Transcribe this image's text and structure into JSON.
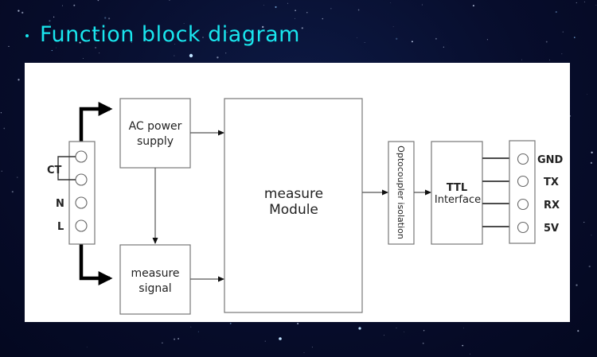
{
  "page": {
    "title": "Function block diagram",
    "title_bullet": "·",
    "colors": {
      "title": "#19e6ee",
      "background": "#070d2c",
      "panel": "#ffffff",
      "lines": "#000000"
    }
  },
  "diagram": {
    "input_terminal": {
      "pins": [
        "",
        "",
        "N",
        "L"
      ],
      "bracket_label": "CT"
    },
    "blocks": {
      "ac_power_supply": [
        "AC power",
        "supply"
      ],
      "measure_signal": [
        "measure",
        "signal"
      ],
      "measure_module": [
        "measure",
        "Module"
      ],
      "optocoupler": "Optocoupler isolation",
      "ttl_interface": [
        "TTL",
        "Interface"
      ]
    },
    "output_terminal": {
      "pins": [
        "GND",
        "TX",
        "RX",
        "5V"
      ]
    },
    "connections": [
      {
        "from": "input_terminal",
        "to": "ac_power_supply",
        "style": "thick-arrow"
      },
      {
        "from": "input_terminal",
        "to": "measure_signal",
        "style": "thick-arrow"
      },
      {
        "from": "ac_power_supply",
        "to": "measure_signal",
        "style": "thin-arrow"
      },
      {
        "from": "ac_power_supply",
        "to": "measure_module",
        "style": "thin-arrow"
      },
      {
        "from": "measure_signal",
        "to": "measure_module",
        "style": "thin-arrow"
      },
      {
        "from": "measure_module",
        "to": "optocoupler",
        "style": "thin-arrow"
      },
      {
        "from": "optocoupler",
        "to": "ttl_interface",
        "style": "thin-arrow"
      },
      {
        "from": "ttl_interface",
        "to": "output_terminal",
        "style": "four-wires"
      }
    ]
  }
}
